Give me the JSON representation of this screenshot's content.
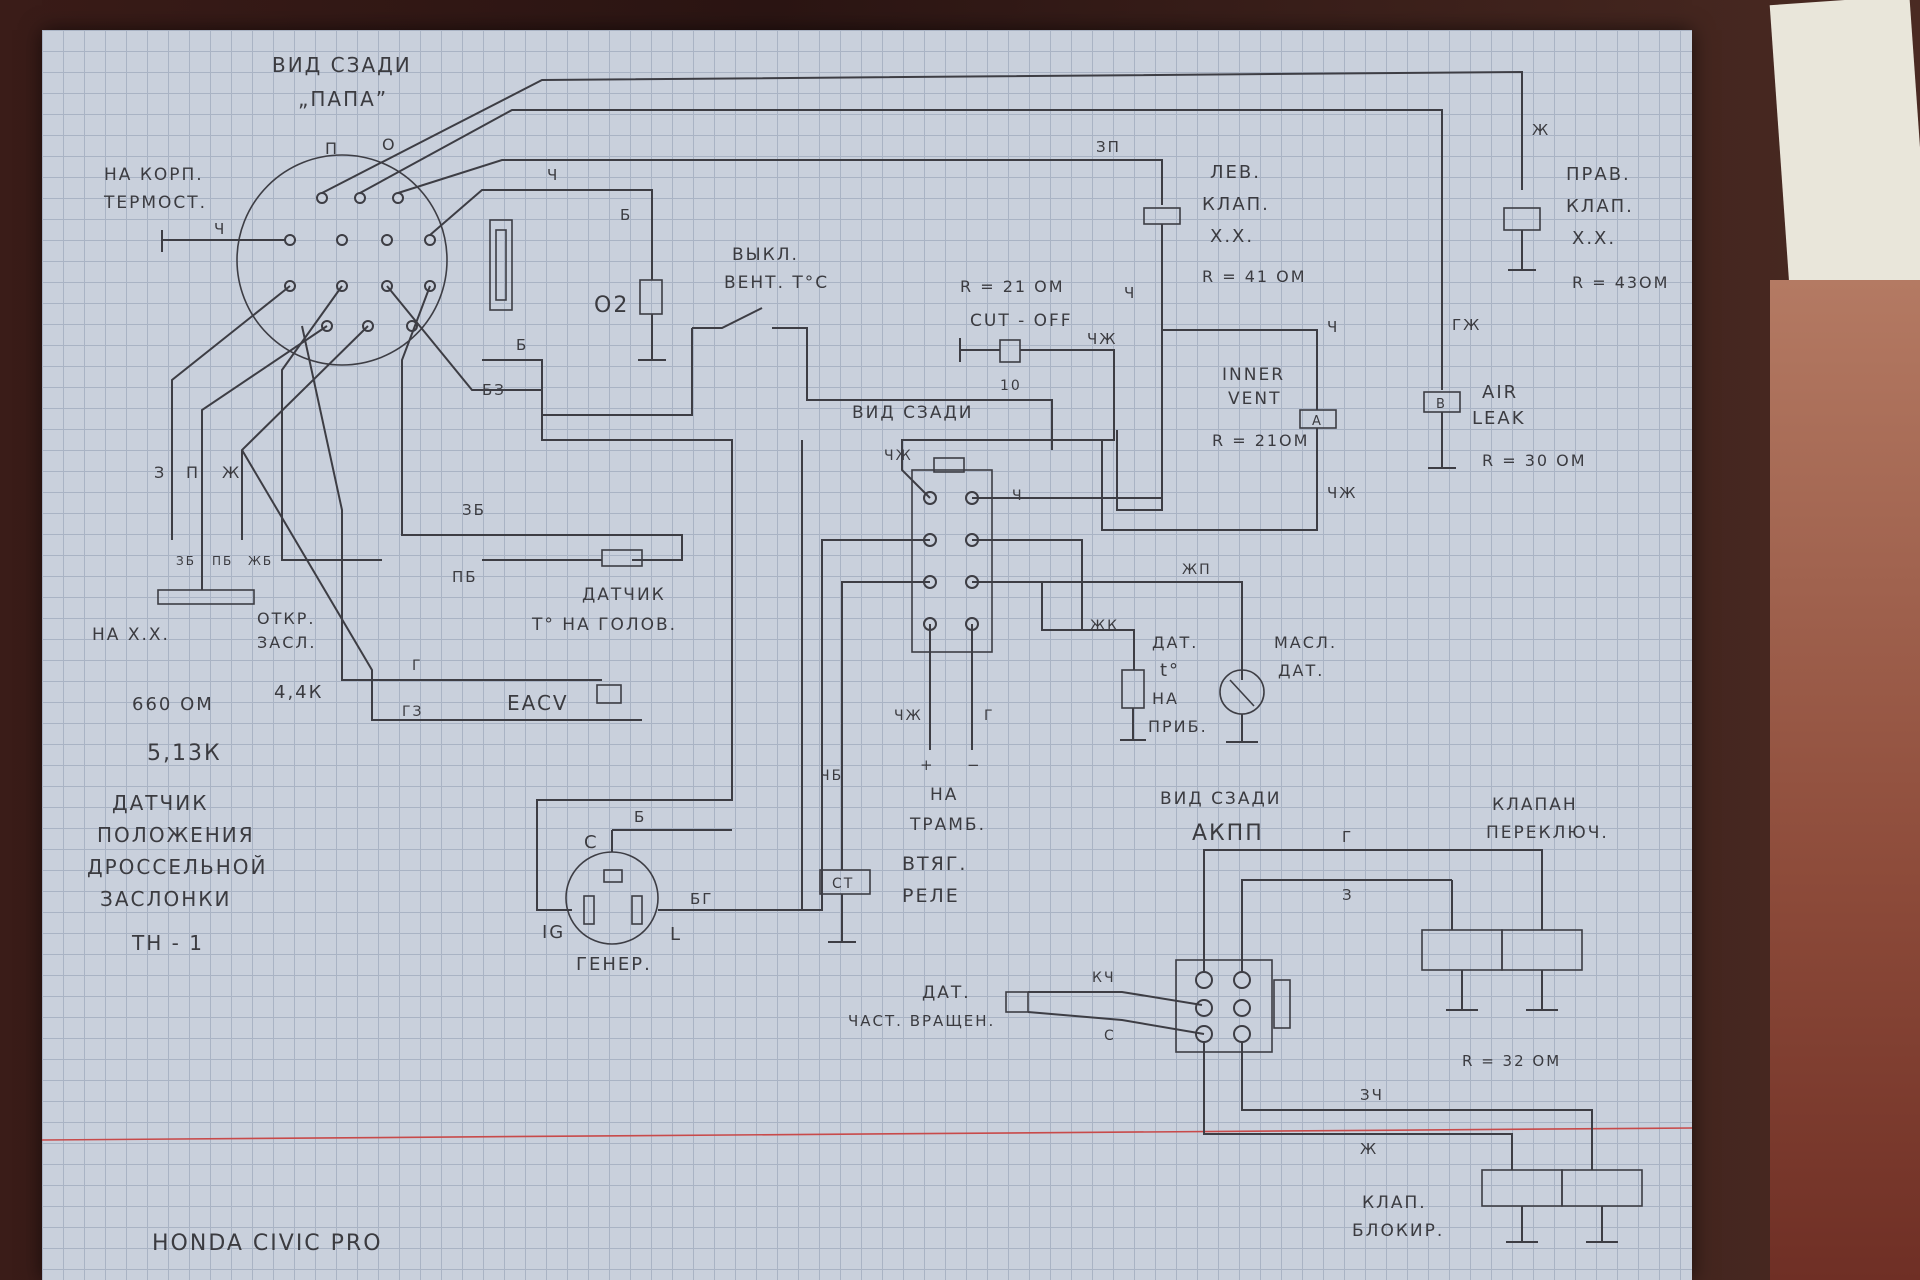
{
  "colors": {
    "ink": "#3d3d44",
    "paper": "#c9d0dc",
    "grid": "#a9b3c4",
    "red_line": "#c84a4a"
  },
  "ecu": {
    "title": "ВИД СЗАДИ",
    "subtitle": "„ПАПА”",
    "pin_p": "П",
    "pin_o": "О"
  },
  "thermo": {
    "label1": "НА КОРП.",
    "label2": "ТЕРМОСТ.",
    "wire": "Ч"
  },
  "o2": {
    "label": "O2",
    "wire_top": "Ч",
    "wire_b": "Б"
  },
  "fan_switch": {
    "label1": "ВЫКЛ.",
    "label2": "ВЕНТ. T°C"
  },
  "cutoff": {
    "r": "R = 21 ОМ",
    "label": "CUT - OFF",
    "wire": "ЧЖ",
    "pin": "10"
  },
  "left_idle": {
    "wire": "ЗП",
    "label1": "ЛЕВ.",
    "label2": "КЛАП.",
    "label3": "Х.Х.",
    "r": "R = 41 ОМ",
    "wire_bottom": "Ч"
  },
  "right_idle": {
    "wire": "Ж",
    "label1": "ПРАВ.",
    "label2": "КЛАП.",
    "label3": "Х.Х.",
    "r": "R = 43ОМ"
  },
  "inner_vent": {
    "label1": "INNER",
    "label2": "VENT",
    "r": "R = 21ОМ",
    "wire_top": "Ч",
    "wire_bottom": "ЧЖ",
    "box": "А"
  },
  "air_leak": {
    "label1": "AIR",
    "label2": "LEAK",
    "r": "R = 30 ОМ",
    "wire": "ГЖ",
    "box": "В"
  },
  "tps": {
    "wires": [
      "З",
      "П",
      "Ж"
    ],
    "sub_wires": [
      "ЗБ",
      "ПБ",
      "ЖБ"
    ],
    "idle": "НА Х.Х.",
    "open1": "ОТКР.",
    "open2": "ЗАСЛ.",
    "r1": "660 ОМ",
    "r2": "4,4К",
    "r3": "5,13К",
    "name1": "ДАТЧИК",
    "name2": "ПОЛОЖЕНИЯ",
    "name3": "ДРОССЕЛЬНОЙ",
    "name4": "ЗАСЛОНКИ",
    "code": "TH - 1"
  },
  "main_wires": {
    "b": "Б",
    "bz": "БЗ",
    "zb": "ЗБ",
    "pb": "ПБ"
  },
  "head_temp": {
    "label1": "ДАТЧИК",
    "label2": "T° НА ГОЛОВ."
  },
  "eacv": {
    "label": "EACV",
    "wire1": "Г",
    "wire2": "ГЗ"
  },
  "center_conn": {
    "title": "ВИД СЗАДИ",
    "w_left": "ЧЖ",
    "w_right": "Ч",
    "w_bl": "ЧЖ",
    "w_br": "Г",
    "plus": "+",
    "minus": "−",
    "dest1": "НА",
    "dest2": "ТРАМБ."
  },
  "dash_temp": {
    "wire": "ЖК",
    "label1": "ДАТ.",
    "label2": "t°",
    "label3": "НА",
    "label4": "ПРИБ."
  },
  "oil": {
    "wire": "ЖП",
    "label1": "МАСЛ.",
    "label2": "ДАТ."
  },
  "relay": {
    "wire": "ЧБ",
    "box": "СТ",
    "label1": "ВТЯГ.",
    "label2": "РЕЛЕ"
  },
  "alternator": {
    "c": "C",
    "ig": "IG",
    "l": "L",
    "wire_b": "Б",
    "wire_bg": "БГ",
    "label": "ГЕНЕР."
  },
  "akpp": {
    "title": "ВИД СЗАДИ",
    "name": "АКПП",
    "wire_g": "Г",
    "wire_z": "З",
    "valve1": "КЛАПАН",
    "valve2": "ПЕРЕКЛЮЧ.",
    "sensor1": "ДАТ.",
    "sensor2": "ЧАСТ. ВРАЩЕН.",
    "wire_kch": "КЧ",
    "wire_s": "С",
    "r": "R = 32 ОМ",
    "wire_zch": "ЗЧ",
    "wire_zh": "Ж",
    "lock1": "КЛАП.",
    "lock2": "БЛОКИР."
  },
  "footer": "HONDA CIVIC PRO"
}
